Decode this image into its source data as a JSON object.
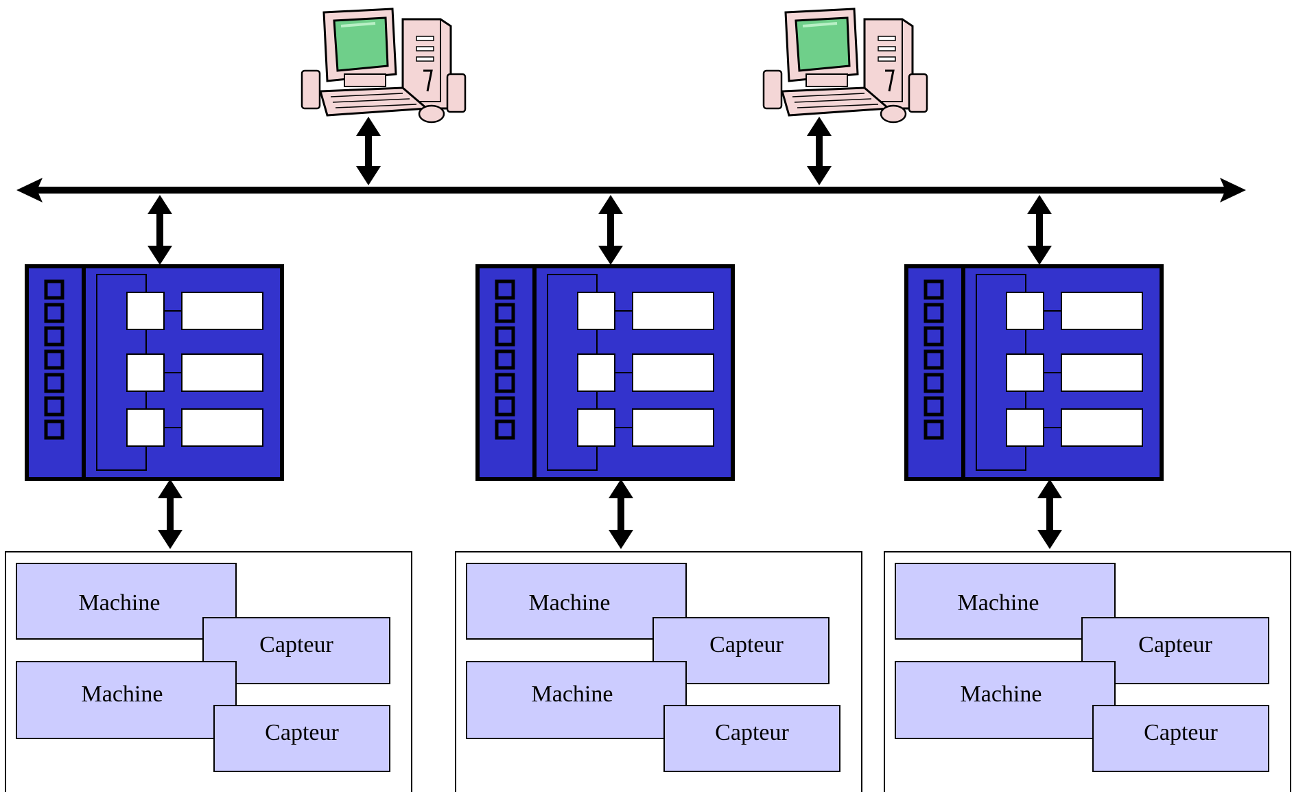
{
  "diagram": {
    "colors": {
      "bus": "#000000",
      "plc_fill": "#3333cc",
      "plc_border": "#000000",
      "device_fill": "#ccccff",
      "device_border": "#000000",
      "monitor_screen": "#6fcf8a",
      "computer_body": "#f4d6d6"
    },
    "workstations": [
      {
        "icon": "computer-icon"
      },
      {
        "icon": "computer-icon"
      }
    ],
    "plcs": [
      {
        "icon": "plc-icon"
      },
      {
        "icon": "plc-icon"
      },
      {
        "icon": "plc-icon"
      }
    ],
    "cells": [
      {
        "machine_1": "Machine",
        "sensor_1": "Capteur",
        "machine_2": "Machine",
        "sensor_2": "Capteur"
      },
      {
        "machine_1": "Machine",
        "sensor_1": "Capteur",
        "machine_2": "Machine",
        "sensor_2": "Capteur"
      },
      {
        "machine_1": "Machine",
        "sensor_1": "Capteur",
        "machine_2": "Machine",
        "sensor_2": "Capteur"
      }
    ]
  }
}
